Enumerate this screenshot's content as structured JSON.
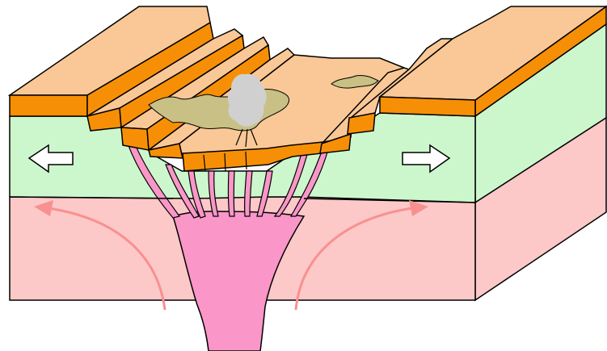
{
  "diagram": {
    "subject": "continental-rift",
    "colors": {
      "background": "#ffffff",
      "crust_top": "#f9c896",
      "crust_band": "#f78f06",
      "lithosphere": "#ccf7cc",
      "asthenosphere": "#fcc8c8",
      "magma": "#fa96c8",
      "convection_arrow": "#f99090",
      "lava_flow": "#c8c084",
      "volcano_plume": "#d0d0d0",
      "extension_arrow_fill": "#ffffff",
      "outline": "#000000"
    },
    "elements": [
      "left-plateau-block",
      "right-plateau-block",
      "rift-valley-fault-steps",
      "rift-valley-floor",
      "magma-chamber",
      "magma-dikes",
      "lava-flows",
      "volcano-plume",
      "left-extension-arrow",
      "right-extension-arrow",
      "left-convection-arrow",
      "right-convection-arrow"
    ]
  }
}
